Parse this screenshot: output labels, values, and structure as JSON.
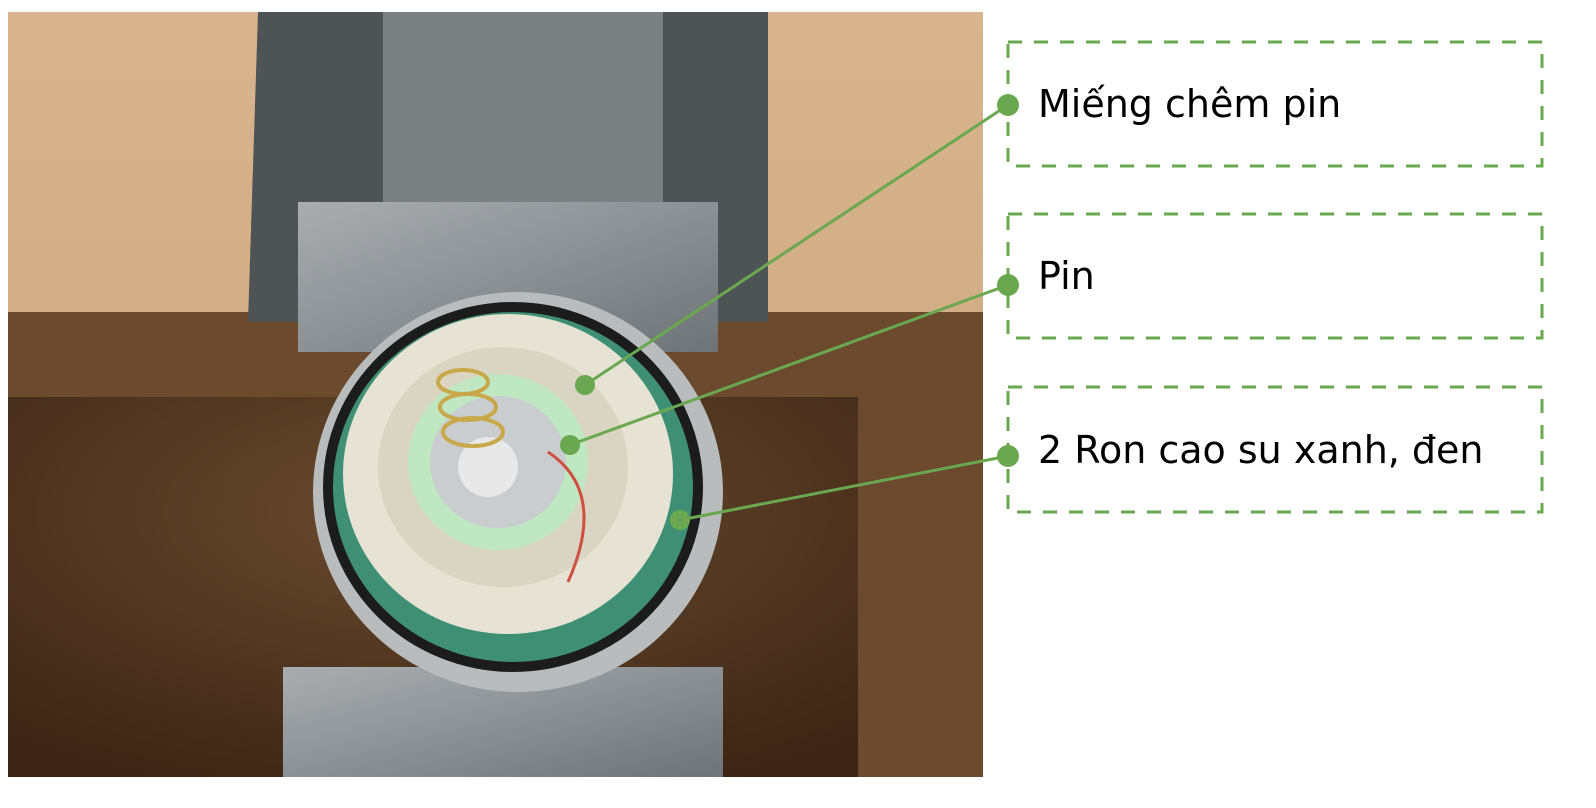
{
  "labels": [
    {
      "text": "Miếng chêm pin"
    },
    {
      "text": "Pin"
    },
    {
      "text": "2 Ron cao su xanh, đen"
    }
  ],
  "colors": {
    "accent": "#6aa84f"
  }
}
